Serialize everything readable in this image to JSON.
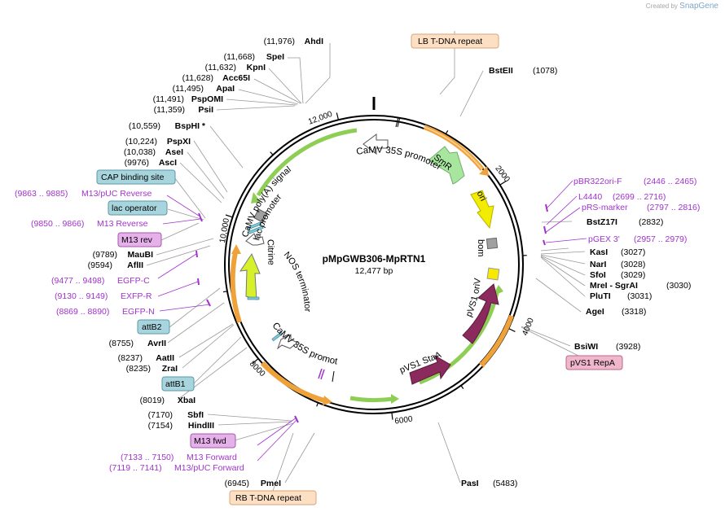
{
  "credit": {
    "created_by": "Created by",
    "brand": "SnapGene"
  },
  "plasmid": {
    "name": "pMpGWB306-MpRTN1",
    "size_label": "12,477 bp",
    "length": 12477
  },
  "ticks": [
    "2000",
    "4000",
    "6000",
    "8000",
    "10,000",
    "12,000"
  ],
  "enzymes_left": [
    {
      "pos": "(11,976)",
      "name": "AhdI"
    },
    {
      "pos": "(11,668)",
      "name": "SpeI"
    },
    {
      "pos": "(11,632)",
      "name": "KpnI"
    },
    {
      "pos": "(11,628)",
      "name": "Acc65I"
    },
    {
      "pos": "(11,495)",
      "name": "ApaI"
    },
    {
      "pos": "(11,491)",
      "name": "PspOMI"
    },
    {
      "pos": "(11,359)",
      "name": "PsiI"
    },
    {
      "pos": "(10,559)",
      "name": "BspHI *"
    },
    {
      "pos": "(10,224)",
      "name": "PspXI"
    },
    {
      "pos": "(10,038)",
      "name": "AseI"
    },
    {
      "pos": "(9976)",
      "name": "AscI"
    },
    {
      "pos": "(9789)",
      "name": "MauBI"
    },
    {
      "pos": "(9594)",
      "name": "AflII"
    },
    {
      "pos": "(8755)",
      "name": "AvrII"
    },
    {
      "pos": "(8237)",
      "name": "AatII"
    },
    {
      "pos": "(8235)",
      "name": "ZraI"
    },
    {
      "pos": "(8019)",
      "name": "XbaI"
    },
    {
      "pos": "(7170)",
      "name": "SbfI"
    },
    {
      "pos": "(7154)",
      "name": "HindIII"
    },
    {
      "pos": "(6945)",
      "name": "PmeI"
    }
  ],
  "enzymes_right": [
    {
      "pos": "(1078)",
      "name": "BstEII"
    },
    {
      "pos": "(2832)",
      "name": "BstZ17I"
    },
    {
      "pos": "(3027)",
      "name": "KasI"
    },
    {
      "pos": "(3028)",
      "name": "NarI"
    },
    {
      "pos": "(3029)",
      "name": "SfoI"
    },
    {
      "pos": "(3030)",
      "name": "MreI - SgrAI"
    },
    {
      "pos": "(3031)",
      "name": "PluTI"
    },
    {
      "pos": "(3318)",
      "name": "AgeI"
    },
    {
      "pos": "(3928)",
      "name": "BsiWI"
    },
    {
      "pos": "(5483)",
      "name": "PasI"
    }
  ],
  "primers_left": [
    {
      "range": "(9863 .. 9885)",
      "name": "M13/pUC Reverse"
    },
    {
      "range": "(9850 .. 9866)",
      "name": "M13 Reverse"
    },
    {
      "range": "(9477 .. 9498)",
      "name": "EGFP-C"
    },
    {
      "range": "(9130 .. 9149)",
      "name": "EXFP-R"
    },
    {
      "range": "(8869 .. 8890)",
      "name": "EGFP-N"
    },
    {
      "range": "(7133 .. 7150)",
      "name": "M13 Forward"
    },
    {
      "range": "(7119 .. 7141)",
      "name": "M13/pUC Forward"
    }
  ],
  "primers_right": [
    {
      "name": "pBR322ori-F",
      "range": "(2446 .. 2465)"
    },
    {
      "name": "L4440",
      "range": "(2699 .. 2716)"
    },
    {
      "name": "pRS-marker",
      "range": "(2797 .. 2816)"
    },
    {
      "name": "pGEX 3'",
      "range": "(2957 .. 2979)"
    }
  ],
  "feature_boxes": {
    "lb": "LB T-DNA repeat",
    "rb": "RB T-DNA repeat",
    "cap": "CAP binding site",
    "lacop": "lac operator",
    "m13rev": "M13 rev",
    "attb2": "attB2",
    "attb1": "attB1",
    "m13fwd": "M13 fwd",
    "repa": "pVS1 RepA"
  },
  "inner_labels": {
    "camv_top": "CaMV 35S promoter",
    "smr": "SmR",
    "ori": "ori",
    "bom": "bom",
    "oriv": "pVS1 oriV",
    "staa": "pVS1 StaA",
    "polya": "CaMV poly(A) signal",
    "lacp": "lac promoter",
    "nos": "NOS terminator",
    "citrine": "Citrine",
    "camv_bottom": "CaMV 35S promoter"
  },
  "colors": {
    "backbone": "#000000",
    "orange_arc": "#f0a23a",
    "green_arc": "#8fce55",
    "smr": "#a8e6a0",
    "ori": "#f2ec00",
    "oriv": "#f7ea00",
    "staa": "#8b2a5c",
    "citrine": "#d6f02c",
    "primer": "#a033cc",
    "lb_box": "#fde0c4",
    "blue_box": "#a8d5dd",
    "purple_box": "#e6b0ea",
    "repa_box": "#f0b6cc"
  }
}
